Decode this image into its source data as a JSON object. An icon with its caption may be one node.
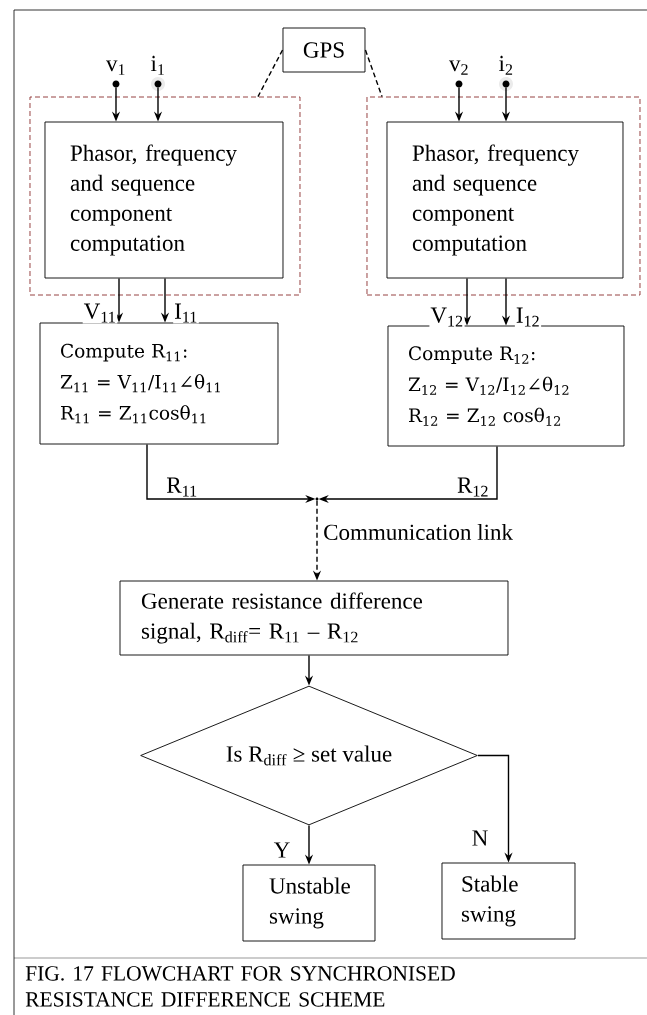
{
  "diagram": {
    "caption": "FIG. 17 FLOWCHART FOR SYNCHRONISED RESISTANCE DIFFERENCE SCHEME",
    "nodes": [
      {
        "text": [
          "GPS"
        ]
      },
      {
        "text": [
          "v$_{1}$"
        ]
      },
      {
        "text": [
          "i$_{1}$"
        ]
      },
      {
        "text": [
          "v$_{2}$"
        ]
      },
      {
        "text": [
          "i$_{2}$"
        ]
      },
      {
        "text": [],
        "shape": "box"
      },
      {
        "text": [
          "Phasor, frequency and sequence component computation"
        ],
        "in": 5
      },
      {
        "text": [],
        "shape": "box"
      },
      {
        "text": [
          "Phasor, frequency and sequence component computation"
        ],
        "in": 7
      },
      {
        "text": [
          "Compute R$_{11}$:",
          "Z$_{11}$ = V$_{11}$/I$_{11}$∠θ$_{11}$",
          "R$_{11}$ = Z$_{11}$cosθ$_{11}$"
        ]
      },
      {
        "text": [
          "Compute R$_{12}$:",
          "Z$_{12}$ = V$_{12}$/I$_{12}$∠θ$_{12}$",
          "R$_{12}$ = Z$_{12}$ cosθ$_{12}$"
        ]
      },
      {
        "text": [],
        "shape": "point"
      },
      {
        "text": [
          "Generate resistance difference signal, R$_{diff}$= R$_{11}$ – R$_{12}$"
        ]
      },
      {
        "text": [
          "Is R$_{diff}$ ≥ set value"
        ]
      },
      {
        "text": [
          "Unstable swing"
        ]
      },
      {
        "text": [
          "Stable swing"
        ]
      }
    ],
    "edges": [
      {
        "from": 0,
        "to": 5,
        "arrow": "none",
        "style": "dashed"
      },
      {
        "from": 0,
        "to": 7,
        "arrow": "none",
        "style": "dashed"
      },
      {
        "from": 1,
        "to": 6,
        "arrow": "to"
      },
      {
        "from": 2,
        "to": 6,
        "arrow": "to"
      },
      {
        "from": 3,
        "to": 8,
        "arrow": "to"
      },
      {
        "from": 4,
        "to": 8,
        "arrow": "to"
      },
      {
        "from": 6,
        "to": 9,
        "arrow": "to",
        "label": "V$_{11}$"
      },
      {
        "from": 6,
        "to": 9,
        "arrow": "to",
        "label": "I$_{11}$"
      },
      {
        "from": 8,
        "to": 10,
        "arrow": "to",
        "label": "V$_{12}$"
      },
      {
        "from": 8,
        "to": 10,
        "arrow": "to",
        "label": "I$_{12}$"
      },
      {
        "from": 9,
        "to": 11,
        "arrow": "to",
        "label": "R$_{11}$"
      },
      {
        "from": 10,
        "to": 11,
        "arrow": "to",
        "label": "R$_{12}$"
      },
      {
        "from": 11,
        "to": 12,
        "arrow": "to",
        "style": "dashed",
        "label": "Communication link"
      },
      {
        "from": 12,
        "to": 13,
        "arrow": "to"
      },
      {
        "from": 13,
        "to": 14,
        "arrow": "to",
        "label": "Y"
      },
      {
        "from": 13,
        "to": 15,
        "arrow": "to",
        "label": "N"
      }
    ]
  }
}
